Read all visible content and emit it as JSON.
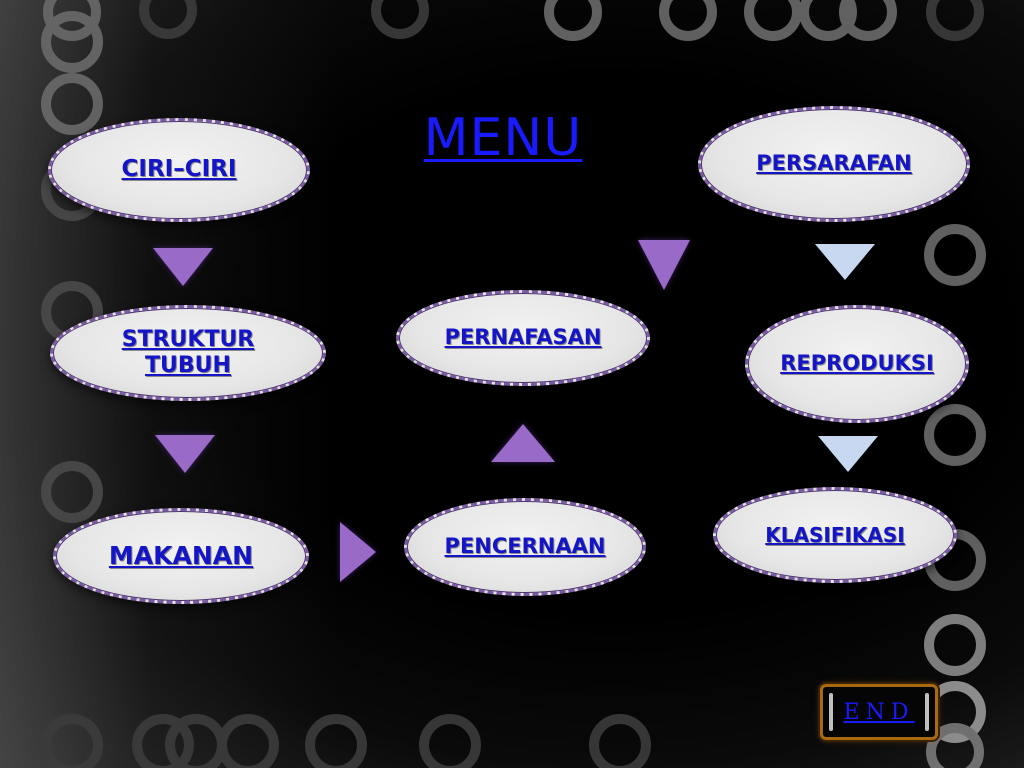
{
  "menu": {
    "title": "MENU"
  },
  "nodes": {
    "ciri_ciri": "CIRI–CIRI",
    "struktur_tubuh": "STRUKTUR TUBUH",
    "makanan": "MAKANAN",
    "pernafasan": "PERNAFASAN",
    "pencernaan": "PENCERNAAN",
    "persarafan": "PERSARAFAN",
    "reproduksi": "REPRODUKSI",
    "klasifikasi": "KLASIFIKASI"
  },
  "end_button": {
    "label": "END"
  },
  "colors": {
    "link": "#1515c8",
    "node_border": "#7a5aa0",
    "arrow_purple": "#9a6ac8",
    "arrow_blue": "#c8d8f0",
    "end_frame": "#a86a10"
  },
  "icons": [
    "ring-decoration",
    "down-arrow-icon",
    "up-arrow-icon",
    "right-arrow-icon"
  ]
}
